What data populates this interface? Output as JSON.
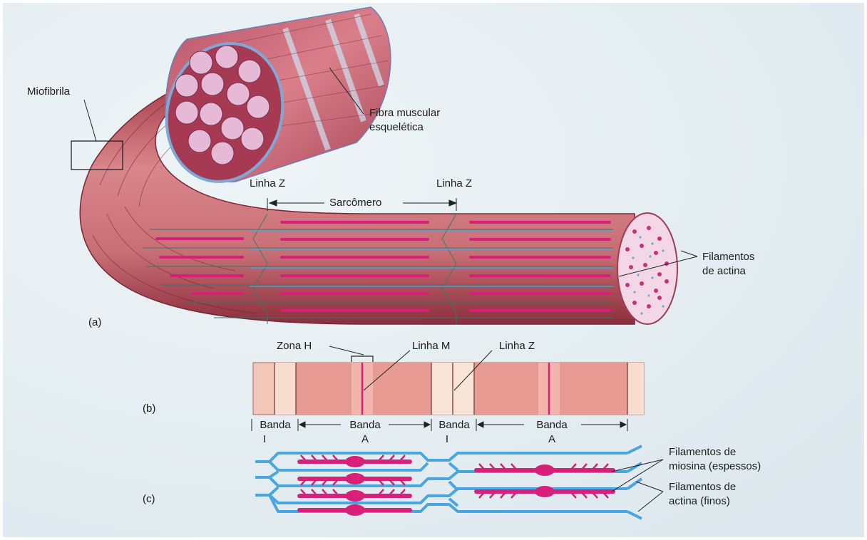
{
  "diagram": {
    "parts": {
      "a": "(a)",
      "b": "(b)",
      "c": "(c)"
    },
    "labels": {
      "miofibrila": "Miofibrila",
      "fibra_muscular_1": "Fibra muscular",
      "fibra_muscular_2": "esquelética",
      "linha_z_left": "Linha Z",
      "linha_z_right": "Linha Z",
      "sarcomero": "Sarcômero",
      "filamentos_actina_1": "Filamentos",
      "filamentos_actina_2": "de actina",
      "zona_h": "Zona H",
      "linha_m": "Linha M",
      "linha_z_b": "Linha Z",
      "banda_i_left_1": "Banda",
      "banda_i_left_2": "I",
      "banda_a_left_1": "Banda",
      "banda_a_left_2": "A",
      "banda_i_right_1": "Banda",
      "banda_i_right_2": "I",
      "banda_a_right_1": "Banda",
      "banda_a_right_2": "A",
      "miosina_1": "Filamentos de",
      "miosina_2": "miosina (espessos)",
      "actina_finos_1": "Filamentos de",
      "actina_finos_2": "actina (finos)"
    },
    "colors": {
      "background": "#e6eef2",
      "muscle": "#c96a70",
      "myosin": "#d8207a",
      "actin": "#4aa6e0",
      "sarcolemma": "#7fa8d8"
    }
  }
}
